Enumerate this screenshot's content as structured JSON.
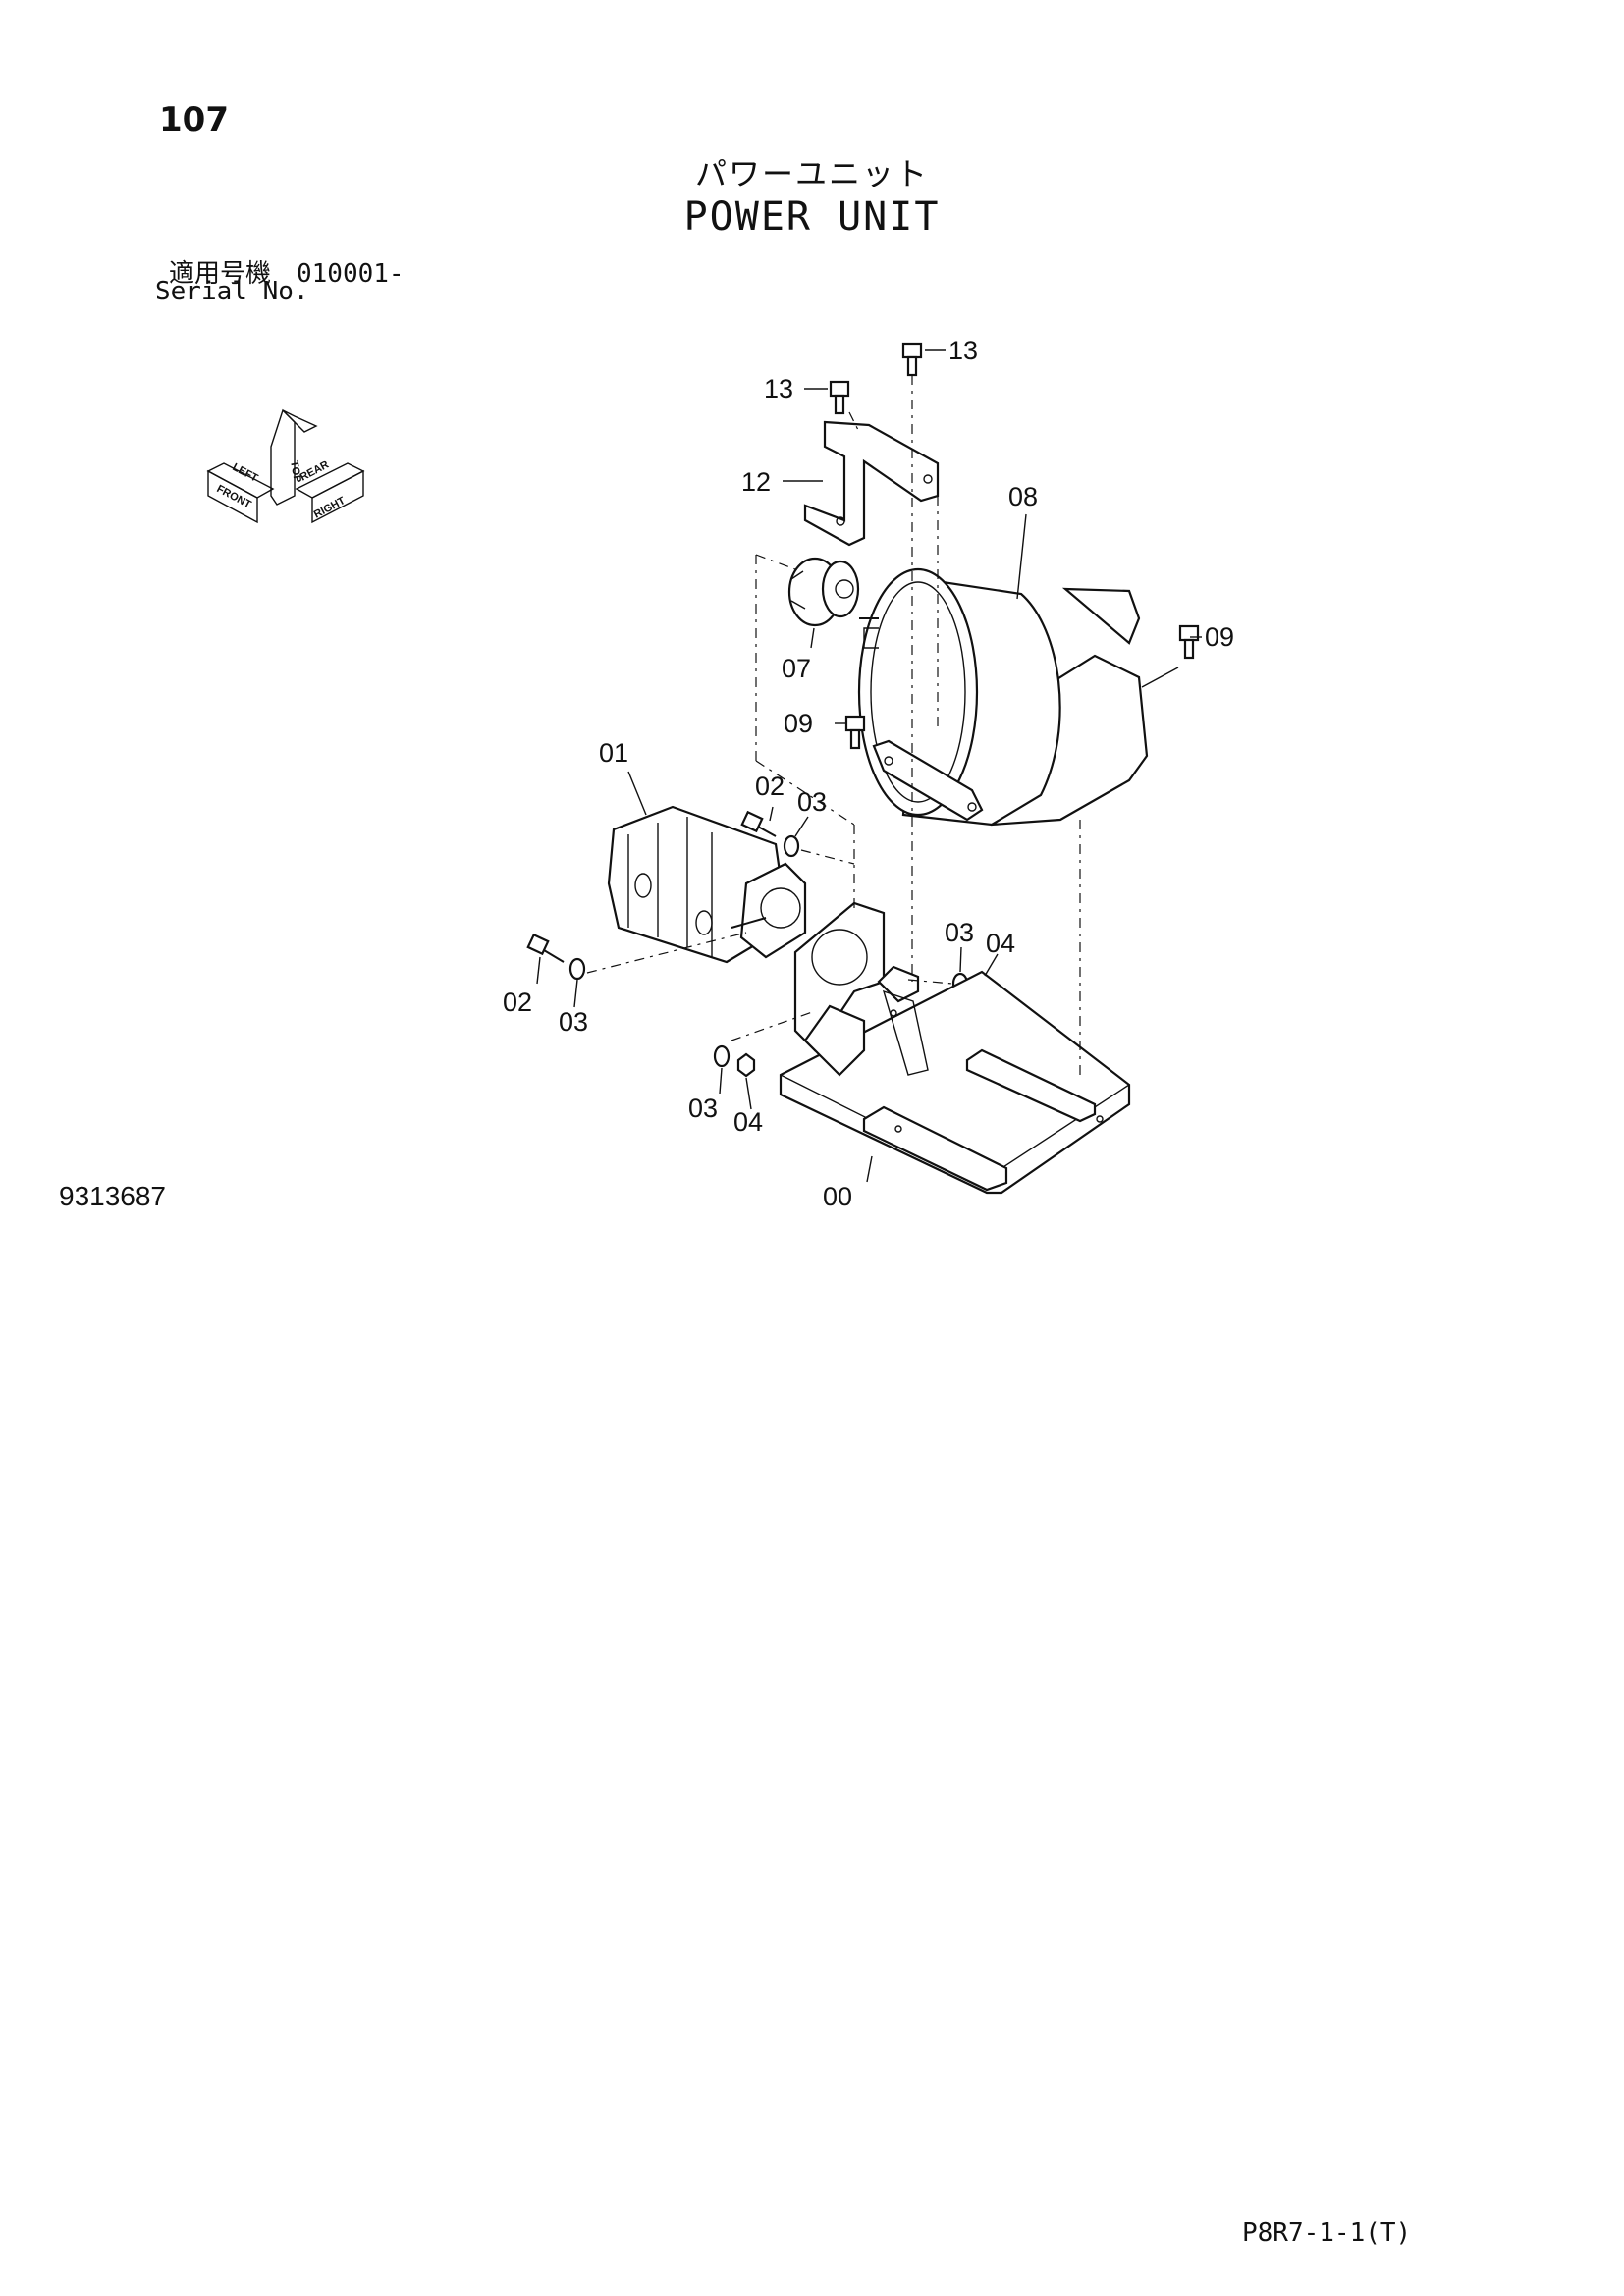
{
  "header": {
    "page_number": "107",
    "title_jp": "パワーユニット",
    "title_en": "POWER UNIT",
    "serial_label_jp": "適用号機　010001-",
    "serial_label_en": "Serial No."
  },
  "orientation": {
    "front": "FRONT",
    "top": "TOP",
    "right": "RIGHT",
    "left": "LEFT",
    "rear": "REAR"
  },
  "callouts": [
    {
      "id": "c-13a",
      "label": "13"
    },
    {
      "id": "c-13b",
      "label": "13"
    },
    {
      "id": "c-12",
      "label": "12"
    },
    {
      "id": "c-08",
      "label": "08"
    },
    {
      "id": "c-09a",
      "label": "09"
    },
    {
      "id": "c-07",
      "label": "07"
    },
    {
      "id": "c-09b",
      "label": "09"
    },
    {
      "id": "c-01",
      "label": "01"
    },
    {
      "id": "c-02a",
      "label": "02"
    },
    {
      "id": "c-03a",
      "label": "03"
    },
    {
      "id": "c-03b",
      "label": "03"
    },
    {
      "id": "c-04a",
      "label": "04"
    },
    {
      "id": "c-02b",
      "label": "02"
    },
    {
      "id": "c-03c",
      "label": "03"
    },
    {
      "id": "c-03d",
      "label": "03"
    },
    {
      "id": "c-04b",
      "label": "04"
    },
    {
      "id": "c-00",
      "label": "00"
    }
  ],
  "footer": {
    "drawing_number": "9313687",
    "page_reference": "P8R7-1-1(T)"
  }
}
